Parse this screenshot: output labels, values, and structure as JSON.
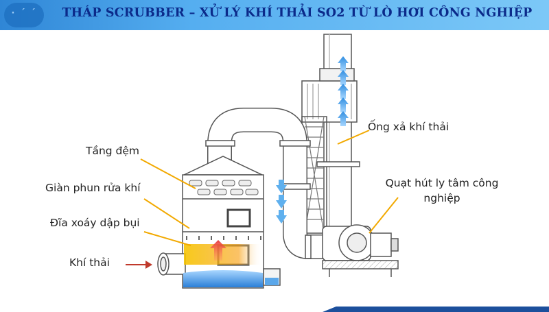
{
  "banner": {
    "title": "THÁP SCRUBBER – XỬ LÝ KHÍ THẢI SO2 TỪ LÒ HƠI CÔNG NGHIỆP",
    "logo_text": "· ´ ´"
  },
  "labels": {
    "packing_layer": "Tầng đệm",
    "spray_rack": "Giàn phun rửa khí",
    "swirl_plate": "Đĩa xoáy dập bụi",
    "exhaust_in": "Khí thải",
    "exhaust_stack": "Ống xả khí thải",
    "fan_line1": "Quạt hút ly tâm công",
    "fan_line2": "nghiệp"
  },
  "colors": {
    "banner_text": "#0b2a8a",
    "callout_line": "#f2a900",
    "airflow_arrow": "#4aa3e8",
    "inlet_arrow": "#c0392b",
    "water": "#3b8fe0",
    "hot_gas": "#f6c400"
  }
}
